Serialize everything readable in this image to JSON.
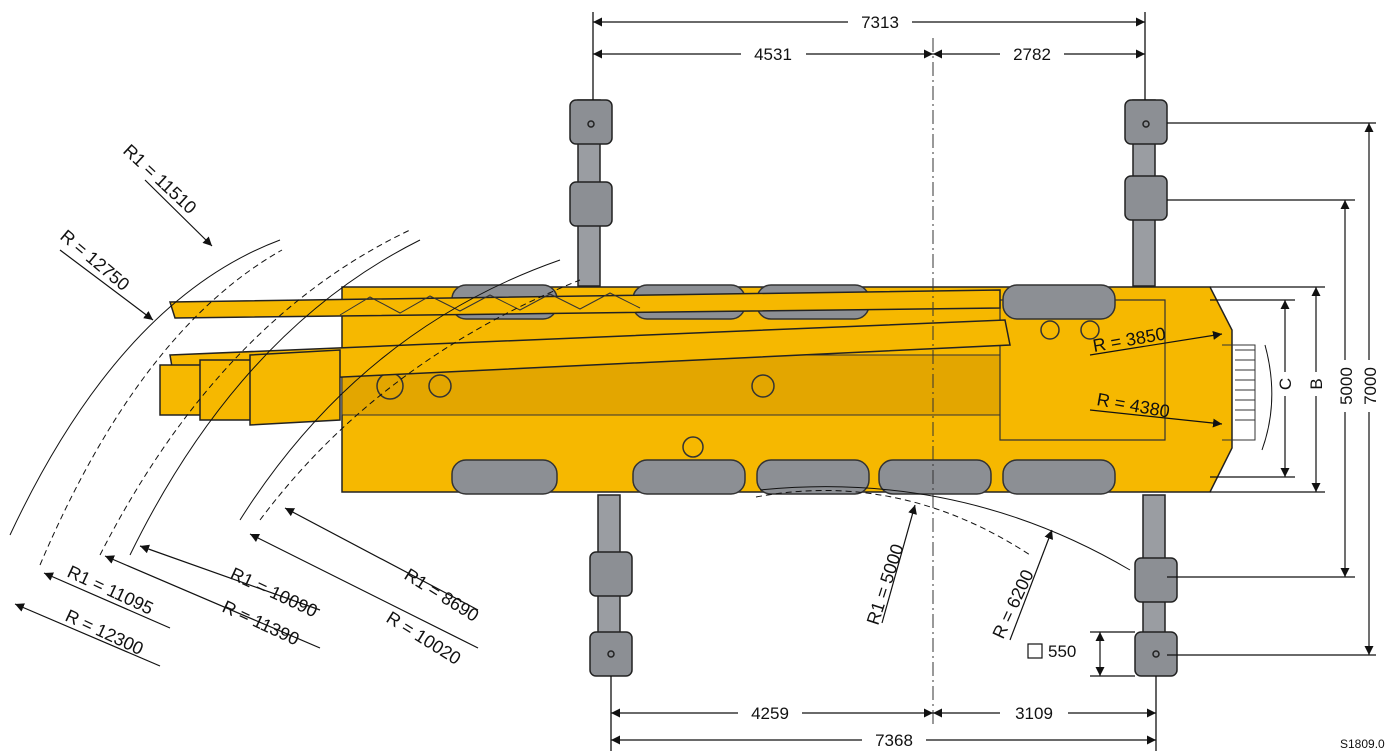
{
  "dimensions": {
    "outrigger_span_top": "7313",
    "front_to_axis_top": "4531",
    "axis_to_rear_top": "2782",
    "outrigger_span_bottom": "7368",
    "front_to_axis_bottom": "4259",
    "axis_to_rear_bottom": "3109",
    "width_c": "C",
    "width_b": "B",
    "width_5000": "5000",
    "width_7000": "7000",
    "pad_size": "550"
  },
  "radii": {
    "r1_11510": "R1 = 11510",
    "r_12750": "R = 12750",
    "r1_11095": "R1 = 11095",
    "r_12300": "R = 12300",
    "r1_10090": "R1 = 10090",
    "r_11390": "R = 11390",
    "r1_8690": "R1 = 8690",
    "r_10020": "R = 10020",
    "r1_5000": "R1 = 5000",
    "r_6200": "R = 6200",
    "r_3850": "R = 3850",
    "r_4380": "R = 4380"
  },
  "drawing_code": "S1809.0",
  "colors": {
    "crane_yellow": "#F6B800",
    "crane_yellow_dark": "#E3A600",
    "tyre_gray": "#8C8F94",
    "outrigger_gray": "#9A9DA2",
    "line": "#111111"
  }
}
